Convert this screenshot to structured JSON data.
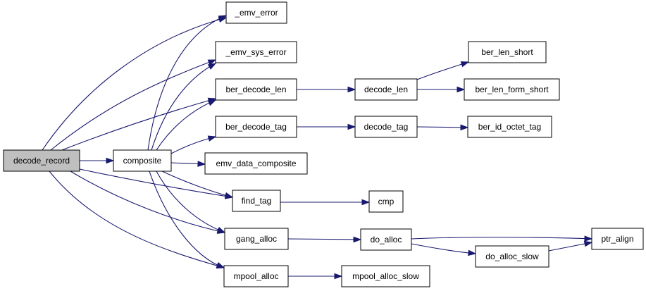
{
  "graph": {
    "edge_color": "#191970",
    "root_fill": "#bfbfbf",
    "nodes": [
      {
        "id": "decode_record",
        "label": "decode_record",
        "root": true
      },
      {
        "id": "composite",
        "label": "composite"
      },
      {
        "id": "_emv_error",
        "label": "_emv_error"
      },
      {
        "id": "_emv_sys_error",
        "label": "_emv_sys_error"
      },
      {
        "id": "ber_decode_len",
        "label": "ber_decode_len"
      },
      {
        "id": "ber_decode_tag",
        "label": "ber_decode_tag"
      },
      {
        "id": "emv_data_composite",
        "label": "emv_data_composite"
      },
      {
        "id": "find_tag",
        "label": "find_tag"
      },
      {
        "id": "gang_alloc",
        "label": "gang_alloc"
      },
      {
        "id": "mpool_alloc",
        "label": "mpool_alloc"
      },
      {
        "id": "decode_len",
        "label": "decode_len"
      },
      {
        "id": "decode_tag",
        "label": "decode_tag"
      },
      {
        "id": "cmp",
        "label": "cmp"
      },
      {
        "id": "do_alloc",
        "label": "do_alloc"
      },
      {
        "id": "mpool_alloc_slow",
        "label": "mpool_alloc_slow"
      },
      {
        "id": "ber_len_short",
        "label": "ber_len_short"
      },
      {
        "id": "ber_len_form_short",
        "label": "ber_len_form_short"
      },
      {
        "id": "ber_id_octet_tag",
        "label": "ber_id_octet_tag"
      },
      {
        "id": "do_alloc_slow",
        "label": "do_alloc_slow"
      },
      {
        "id": "ptr_align",
        "label": "ptr_align"
      }
    ],
    "edges": [
      {
        "from": "decode_record",
        "to": "_emv_error"
      },
      {
        "from": "decode_record",
        "to": "_emv_sys_error"
      },
      {
        "from": "decode_record",
        "to": "ber_decode_len"
      },
      {
        "from": "decode_record",
        "to": "composite"
      },
      {
        "from": "decode_record",
        "to": "find_tag"
      },
      {
        "from": "decode_record",
        "to": "gang_alloc"
      },
      {
        "from": "decode_record",
        "to": "mpool_alloc"
      },
      {
        "from": "composite",
        "to": "_emv_error"
      },
      {
        "from": "composite",
        "to": "_emv_sys_error"
      },
      {
        "from": "composite",
        "to": "ber_decode_len"
      },
      {
        "from": "composite",
        "to": "ber_decode_tag"
      },
      {
        "from": "composite",
        "to": "emv_data_composite"
      },
      {
        "from": "composite",
        "to": "find_tag"
      },
      {
        "from": "composite",
        "to": "gang_alloc"
      },
      {
        "from": "composite",
        "to": "mpool_alloc"
      },
      {
        "from": "ber_decode_len",
        "to": "decode_len"
      },
      {
        "from": "ber_decode_tag",
        "to": "decode_tag"
      },
      {
        "from": "decode_len",
        "to": "ber_len_short"
      },
      {
        "from": "decode_len",
        "to": "ber_len_form_short"
      },
      {
        "from": "decode_tag",
        "to": "ber_id_octet_tag"
      },
      {
        "from": "find_tag",
        "to": "cmp"
      },
      {
        "from": "gang_alloc",
        "to": "do_alloc"
      },
      {
        "from": "do_alloc",
        "to": "ptr_align"
      },
      {
        "from": "do_alloc",
        "to": "do_alloc_slow"
      },
      {
        "from": "do_alloc_slow",
        "to": "ptr_align"
      },
      {
        "from": "mpool_alloc",
        "to": "mpool_alloc_slow"
      }
    ]
  }
}
